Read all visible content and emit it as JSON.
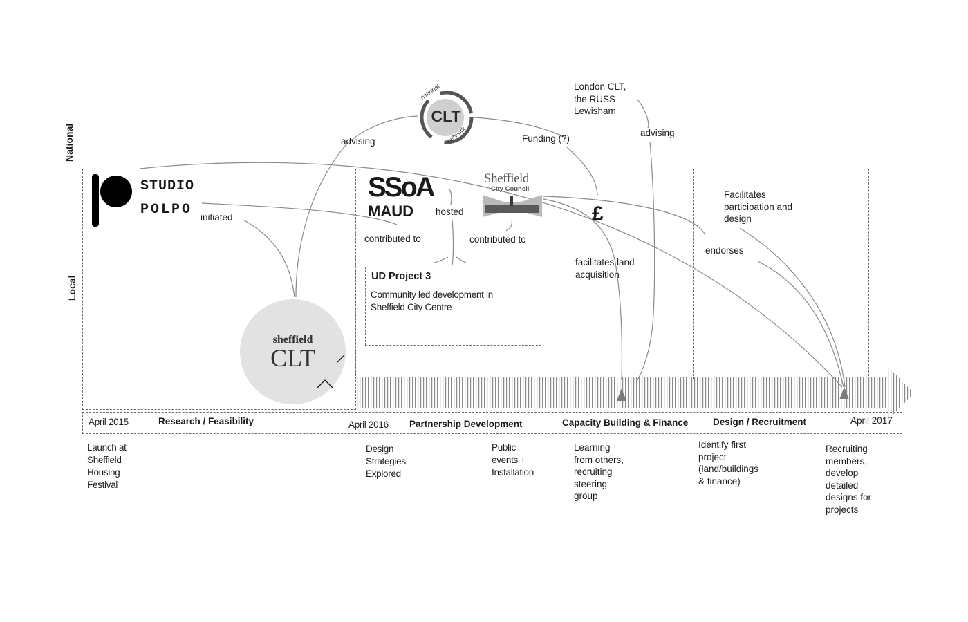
{
  "axis": {
    "national": "National",
    "local": "Local"
  },
  "logos": {
    "studio_polpo": {
      "line1": "STUDIO",
      "line2": "POLPO"
    },
    "clt_network": {
      "center": "CLT",
      "top": "national",
      "bottom": "network"
    },
    "ssoa": {
      "line1": "SSoA",
      "line2": "MAUD"
    },
    "sheffield_council": {
      "line1": "Sheffield",
      "line2": "City Council"
    },
    "pound": "£",
    "sheffield_clt": {
      "line1": "sheffield",
      "line2": "CLT"
    }
  },
  "relations": {
    "initiated": "initiated",
    "advising_national": "advising",
    "funding": "Funding (?)",
    "london_clt": [
      "London CLT,",
      "the RUSS",
      "Lewisham"
    ],
    "advising_london": "advising",
    "hosted": "hosted",
    "contributed_ssoa": "contributed to",
    "contributed_council": "contributed to",
    "facilitates_land": [
      "facilitates land",
      "acquisition"
    ],
    "facilitates_participation": [
      "Facilitates",
      "participation and",
      "design"
    ],
    "endorses": "endorses"
  },
  "project": {
    "title": "UD Project 3",
    "description": [
      "Community led development in",
      "Sheffield City Centre"
    ]
  },
  "timeline": {
    "dates": {
      "start": "April 2015",
      "mid": "April 2016",
      "end": "April 2017"
    },
    "stages": [
      "Research / Feasibility",
      "Partnership Development",
      "Capacity Building & Finance",
      "Design / Recruitment"
    ]
  },
  "activities": [
    [
      "Launch at",
      "Sheffield",
      "Housing",
      "Festival"
    ],
    [
      "Design",
      "Strategies",
      "Explored"
    ],
    [
      "Public",
      "events +",
      "Installation"
    ],
    [
      "Learning",
      "from others,",
      "recruiting",
      "steering",
      "group"
    ],
    [
      "Identify first",
      "project",
      "(land/buildings",
      "& finance)"
    ],
    [
      "Recruiting",
      "members,",
      "develop",
      "detailed",
      "designs for",
      "projects"
    ]
  ],
  "colors": {
    "line": "#8a8a8a",
    "dash": "#6a6a6a",
    "marker": "#7a7a7a",
    "bubble": "#e2e2e2",
    "text": "#1e1e1e"
  }
}
